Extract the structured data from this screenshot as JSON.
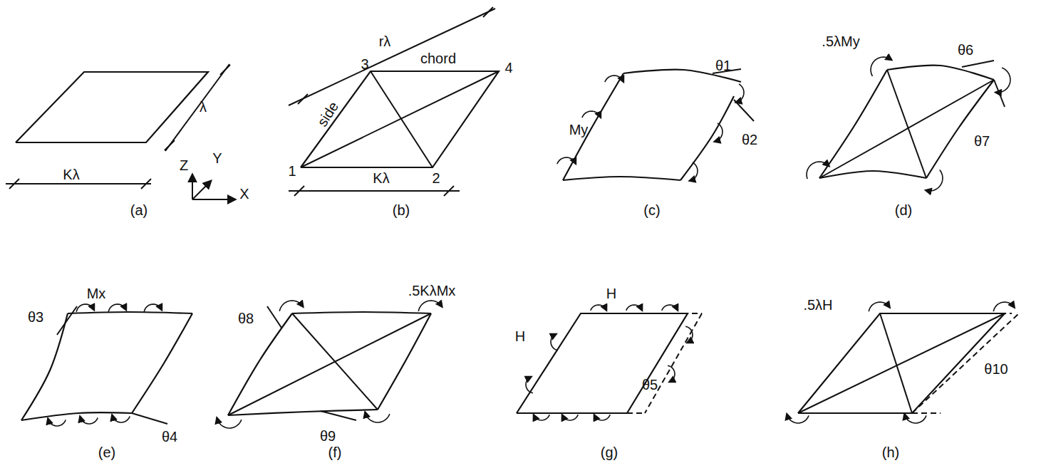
{
  "diagram": {
    "labels": [
      "Kλ",
      "λ",
      "Z",
      "Y",
      "X",
      "(a)",
      "rλ",
      "chord",
      "3",
      "4",
      "side",
      "1",
      "2",
      "Kλ",
      "(b)",
      "θ1",
      "My",
      "θ2",
      "(c)",
      ".5λMy",
      "θ6",
      "θ7",
      "(d)",
      "θ3",
      "Mx",
      "θ4",
      "(e)",
      "θ8",
      ".5KλMx",
      "θ9",
      "(f)",
      "H",
      "H",
      "θ5",
      "(g)",
      ".5λH",
      "θ10",
      "(h)"
    ]
  }
}
